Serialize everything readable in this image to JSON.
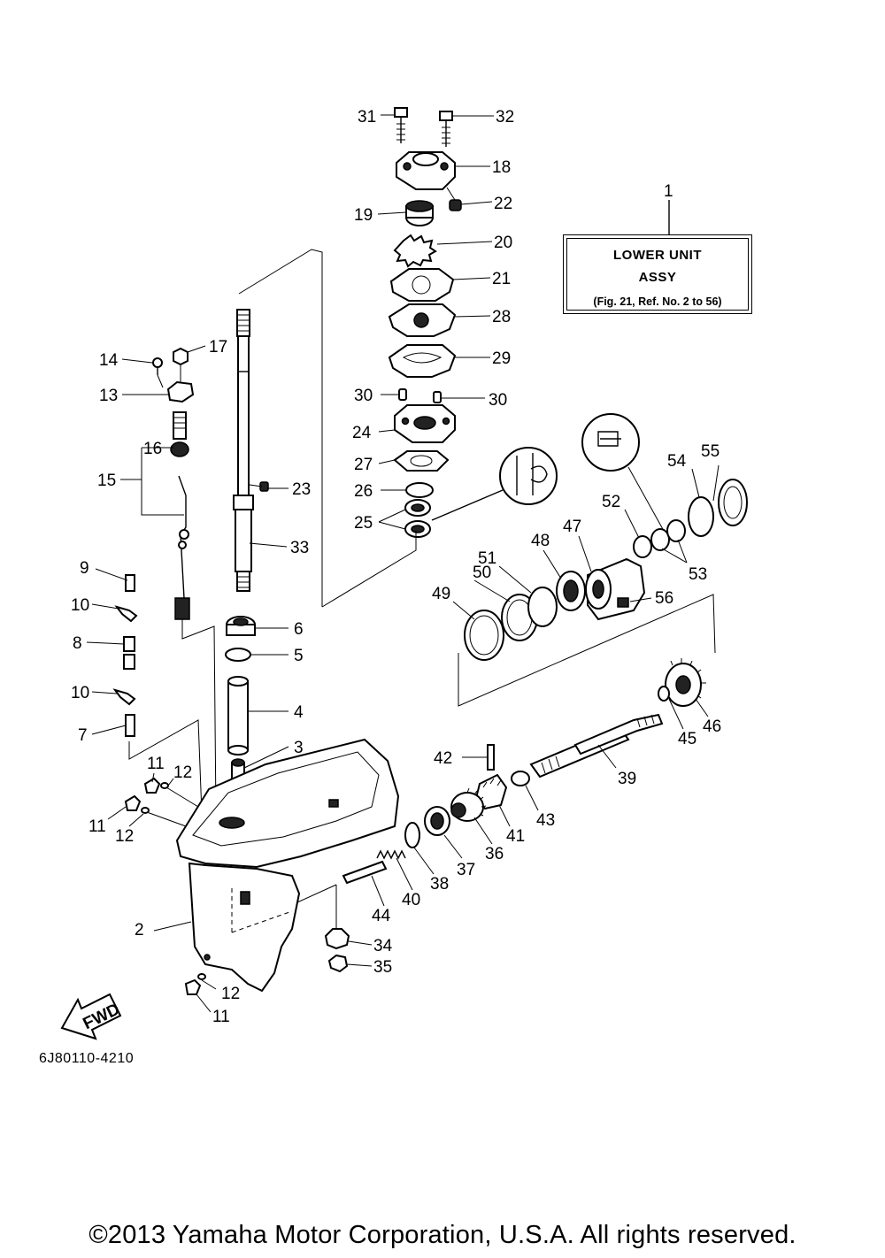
{
  "legend": {
    "ref_number": "1",
    "line1": "LOWER UNIT",
    "line2": "ASSY",
    "line3": "(Fig. 21, Ref. No. 2 to 56)"
  },
  "parts": [
    {
      "id": "p31",
      "label": "31"
    },
    {
      "id": "p32",
      "label": "32"
    },
    {
      "id": "p18",
      "label": "18"
    },
    {
      "id": "p22",
      "label": "22"
    },
    {
      "id": "p19",
      "label": "19"
    },
    {
      "id": "p20",
      "label": "20"
    },
    {
      "id": "p21",
      "label": "21"
    },
    {
      "id": "p28",
      "label": "28"
    },
    {
      "id": "p29",
      "label": "29"
    },
    {
      "id": "p30a",
      "label": "30"
    },
    {
      "id": "p30b",
      "label": "30"
    },
    {
      "id": "p24",
      "label": "24"
    },
    {
      "id": "p27",
      "label": "27"
    },
    {
      "id": "p26",
      "label": "26"
    },
    {
      "id": "p25",
      "label": "25"
    },
    {
      "id": "p14",
      "label": "14"
    },
    {
      "id": "p17",
      "label": "17"
    },
    {
      "id": "p13",
      "label": "13"
    },
    {
      "id": "p16",
      "label": "16"
    },
    {
      "id": "p15",
      "label": "15"
    },
    {
      "id": "p23",
      "label": "23"
    },
    {
      "id": "p33",
      "label": "33"
    },
    {
      "id": "p9",
      "label": "9"
    },
    {
      "id": "p10a",
      "label": "10"
    },
    {
      "id": "p8",
      "label": "8"
    },
    {
      "id": "p10b",
      "label": "10"
    },
    {
      "id": "p7",
      "label": "7"
    },
    {
      "id": "p6",
      "label": "6"
    },
    {
      "id": "p5",
      "label": "5"
    },
    {
      "id": "p4",
      "label": "4"
    },
    {
      "id": "p3",
      "label": "3"
    },
    {
      "id": "p11a",
      "label": "11"
    },
    {
      "id": "p12a",
      "label": "12"
    },
    {
      "id": "p11b",
      "label": "11"
    },
    {
      "id": "p12b",
      "label": "12"
    },
    {
      "id": "p2",
      "label": "2"
    },
    {
      "id": "p12c",
      "label": "12"
    },
    {
      "id": "p11c",
      "label": "11"
    },
    {
      "id": "p54",
      "label": "54"
    },
    {
      "id": "p55",
      "label": "55"
    },
    {
      "id": "p52",
      "label": "52"
    },
    {
      "id": "p47",
      "label": "47"
    },
    {
      "id": "p48",
      "label": "48"
    },
    {
      "id": "p51",
      "label": "51"
    },
    {
      "id": "p50",
      "label": "50"
    },
    {
      "id": "p49",
      "label": "49"
    },
    {
      "id": "p53",
      "label": "53"
    },
    {
      "id": "p56",
      "label": "56"
    },
    {
      "id": "p46",
      "label": "46"
    },
    {
      "id": "p45",
      "label": "45"
    },
    {
      "id": "p42",
      "label": "42"
    },
    {
      "id": "p39",
      "label": "39"
    },
    {
      "id": "p43",
      "label": "43"
    },
    {
      "id": "p41",
      "label": "41"
    },
    {
      "id": "p36",
      "label": "36"
    },
    {
      "id": "p37",
      "label": "37"
    },
    {
      "id": "p38",
      "label": "38"
    },
    {
      "id": "p40",
      "label": "40"
    },
    {
      "id": "p44",
      "label": "44"
    },
    {
      "id": "p34",
      "label": "34"
    },
    {
      "id": "p35",
      "label": "35"
    }
  ],
  "fwd_label": "FWD",
  "drawing_number": "6J80110-4210",
  "copyright": "©2013 Yamaha Motor Corporation, U.S.A. All rights reserved."
}
